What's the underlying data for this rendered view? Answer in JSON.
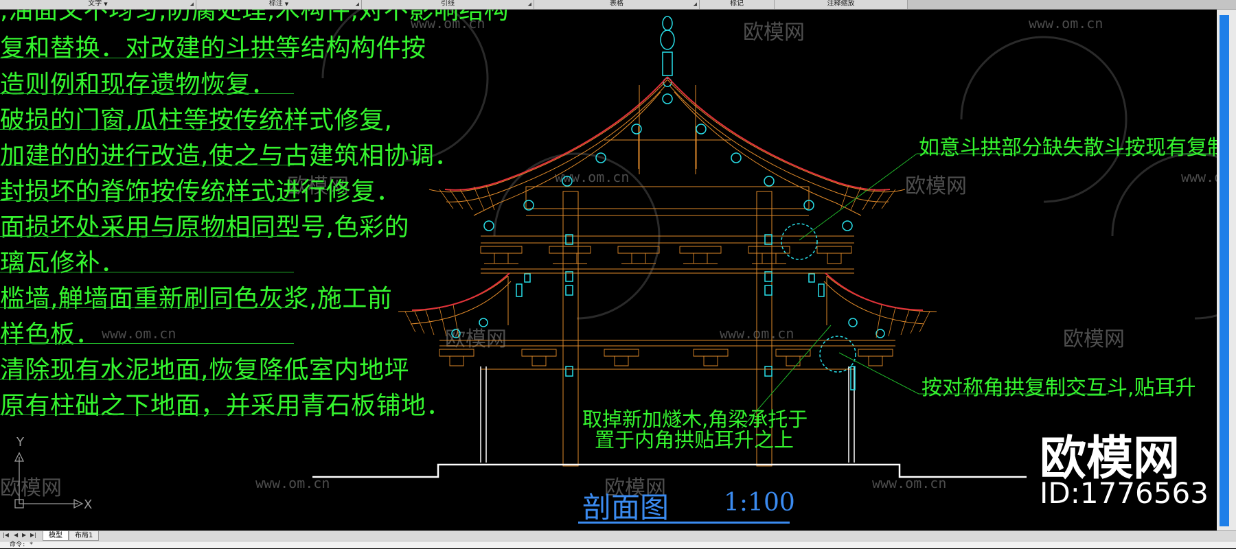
{
  "ribbon": {
    "panels": [
      {
        "label": "文字",
        "dropdown": true
      },
      {
        "label": "标注",
        "dropdown": true
      },
      {
        "label": "引线",
        "dropdown": false
      },
      {
        "label": "表格",
        "dropdown": false
      },
      {
        "label": "标记",
        "dropdown": false
      },
      {
        "label": "注释缩放",
        "dropdown": false
      }
    ]
  },
  "notes": [
    ",油面又不均匀,防腐处理,木构件,对不影响结构",
    "复和替换．对改建的斗拱等结构构件按",
    "造则例和现存遗物恢复．",
    "破损的门窗,瓜柱等按传统样式修复,",
    "加建的的进行改造,使之与古建筑相协调．",
    "封损坏的脊饰按传统样式进行修复．",
    "面损坏处采用与原物相同型号,色彩的",
    "璃瓦修补．",
    "槛墙,觯墙面重新刷同色灰浆,施工前",
    "样色板．",
    "清除现有水泥地面,恢复降低室内地坪",
    "原有柱础之下地面，并采用青石板铺地．"
  ],
  "annotations": {
    "right_upper": "如意斗拱部分缺失散斗按现有复制",
    "right_lower": "按对称角拱复制交互斗,贴耳升",
    "center_line1": "取掉新加燧木,角梁承托于",
    "center_line2": "置于内角拱贴耳升之上"
  },
  "title": {
    "name": "剖面图",
    "scale": "1:100"
  },
  "watermarks": {
    "url": "www.om.cn",
    "brand_cn": "欧模网"
  },
  "brand_overlay": {
    "name": "欧模网",
    "id": "ID:1776563"
  },
  "ucs": {
    "x_label": "X",
    "y_label": "Y"
  },
  "layout_tabs": [
    "模型",
    "布局1"
  ],
  "command_line": {
    "prompt": "命令: *"
  },
  "colors": {
    "note_text": "#35f52f",
    "outline": "#e08a2a",
    "tile_red": "#e0303a",
    "cyan": "#29e0ea",
    "title_blue": "#3b8bf0",
    "scroll_blue": "#1e7fe8"
  }
}
